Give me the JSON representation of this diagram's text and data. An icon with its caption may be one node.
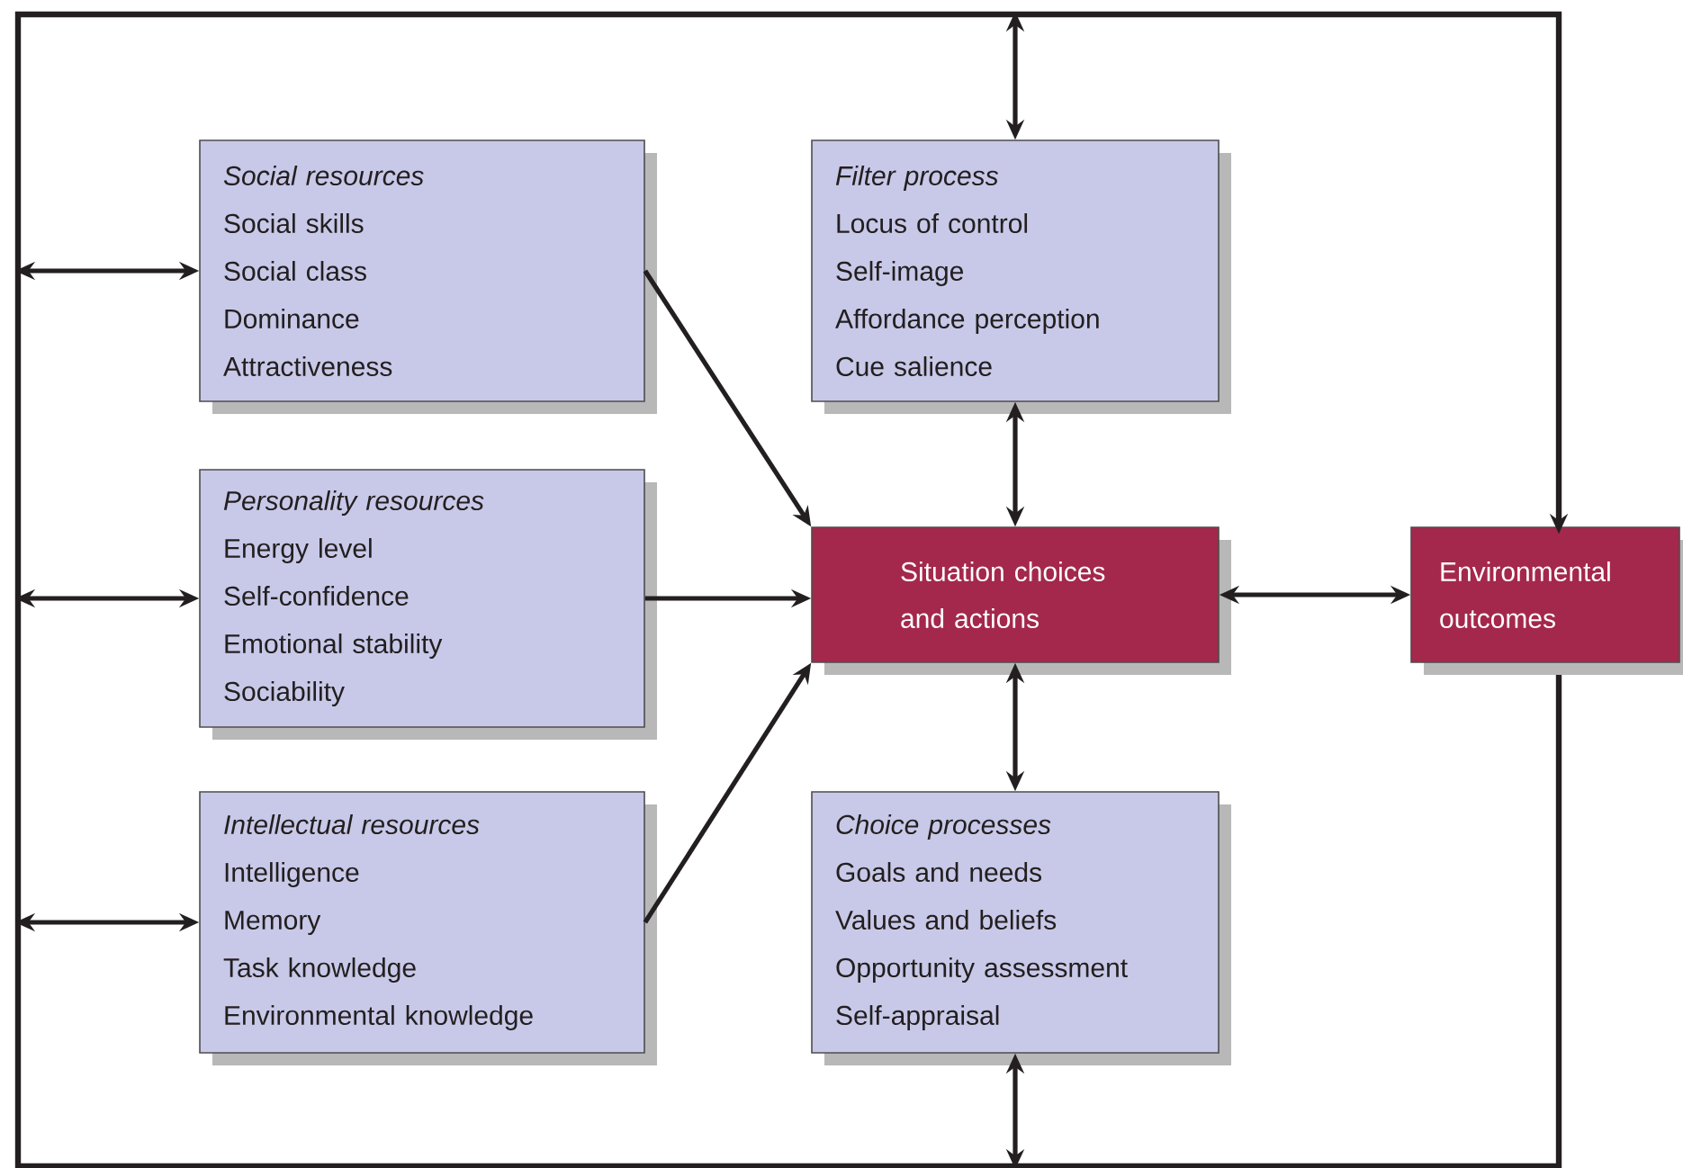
{
  "diagram": {
    "nodes": [
      {
        "text": [],
        "shape": "box"
      },
      {
        "text": [
          "Social resources",
          "Social skills",
          "Social class",
          "Dominance",
          "Attractiveness"
        ],
        "in": 0
      },
      {
        "text": [
          "Personality resources",
          "Energy level",
          "Self-confidence",
          "Emotional stability",
          "Sociability"
        ],
        "in": 0
      },
      {
        "text": [
          "Intellectual resources",
          "Intelligence",
          "Memory",
          "Task knowledge",
          "Environmental knowledge"
        ],
        "in": 0
      },
      {
        "text": [
          "Filter process",
          "Locus of control",
          "Self-image",
          "Affordance perception",
          "Cue salience"
        ],
        "in": 0
      },
      {
        "text": [
          "Situation choices and actions"
        ],
        "in": 0
      },
      {
        "text": [
          "Choice processes",
          "Goals and needs",
          "Values and beliefs",
          "Opportunity assessment",
          "Self-appraisal"
        ],
        "in": 0
      },
      {
        "text": [
          "Environmental outcomes"
        ]
      }
    ],
    "edges": [
      {
        "from": 0,
        "to": 1,
        "arrow": "both"
      },
      {
        "from": 0,
        "to": 2,
        "arrow": "both"
      },
      {
        "from": 0,
        "to": 3,
        "arrow": "both"
      },
      {
        "from": 0,
        "to": 4,
        "arrow": "both"
      },
      {
        "from": 1,
        "to": 5,
        "arrow": "to"
      },
      {
        "from": 2,
        "to": 5,
        "arrow": "to"
      },
      {
        "from": 3,
        "to": 5,
        "arrow": "to"
      },
      {
        "from": 4,
        "to": 5,
        "arrow": "both"
      },
      {
        "from": 5,
        "to": 6,
        "arrow": "both"
      },
      {
        "from": 6,
        "to": 0,
        "arrow": "both"
      },
      {
        "from": 5,
        "to": 7,
        "arrow": "both"
      },
      {
        "from": 0,
        "to": 7,
        "arrow": "to"
      }
    ]
  }
}
